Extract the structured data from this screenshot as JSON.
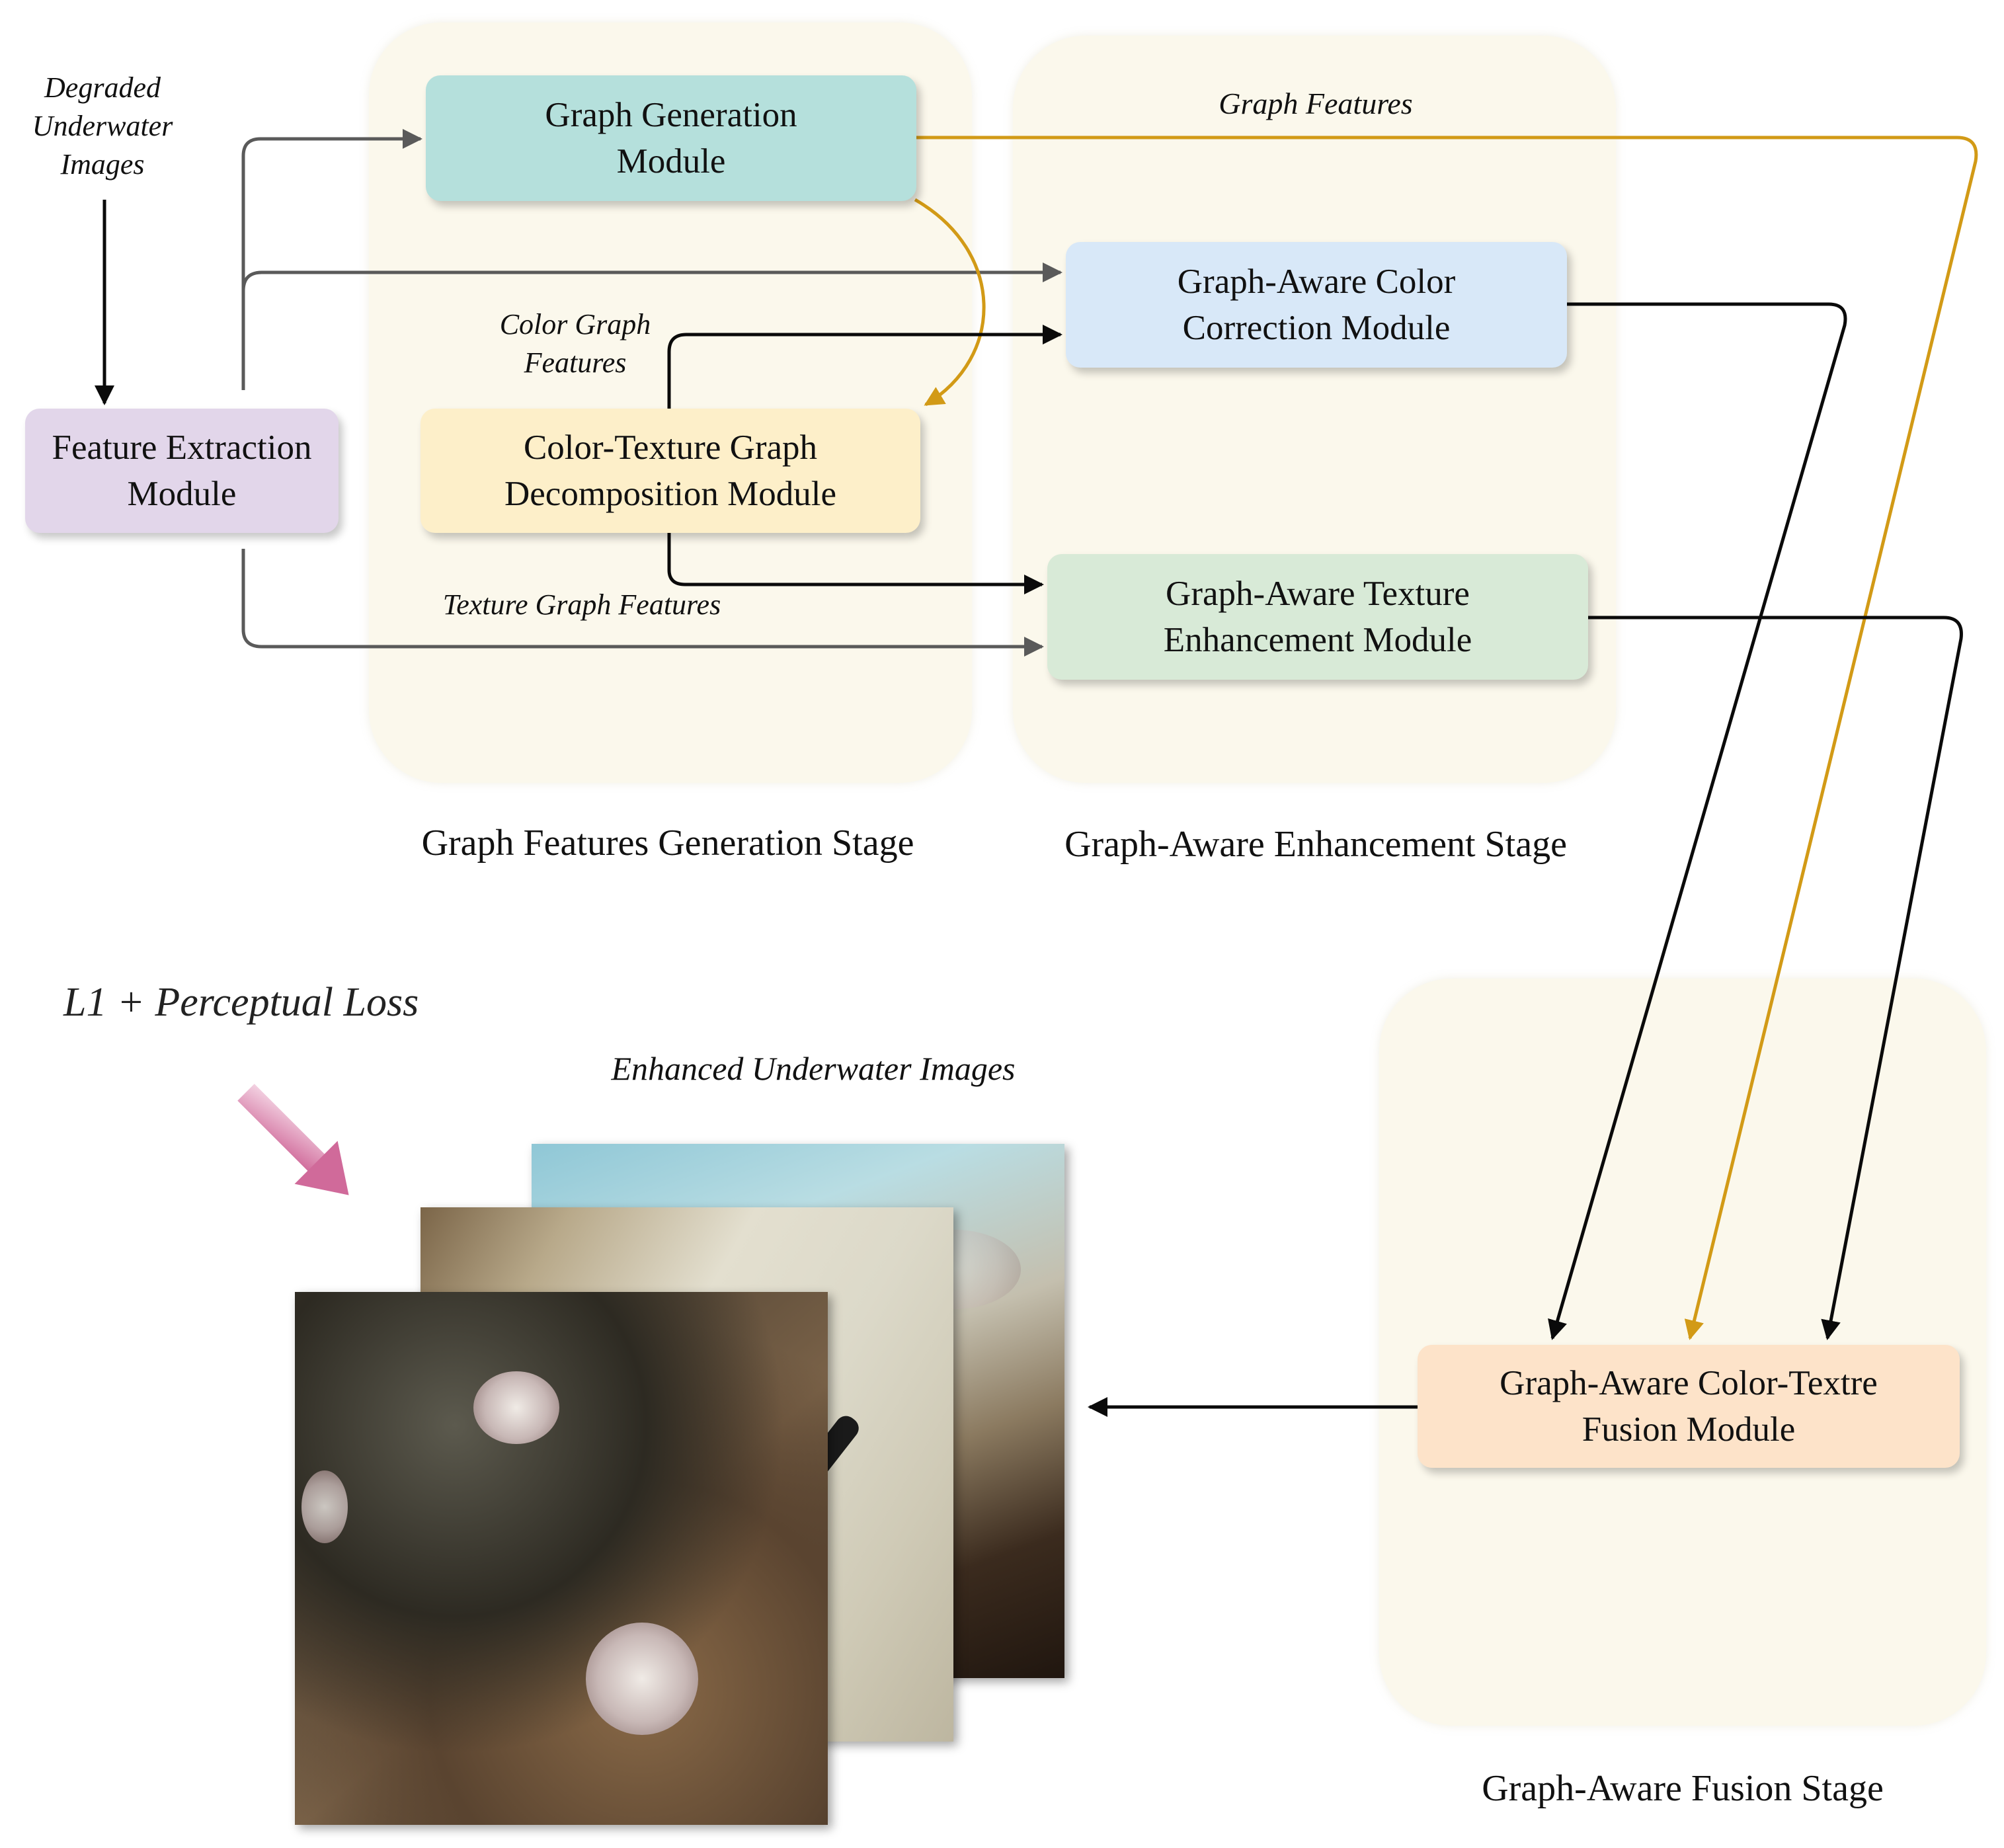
{
  "labels": {
    "degraded": "Degraded\nUnderwater\nImages",
    "color_graph_features": "Color Graph\nFeatures",
    "texture_graph_features": "Texture Graph Features",
    "graph_features": "Graph Features",
    "enhanced": "Enhanced Underwater Images",
    "loss": "L1 + Perceptual Loss"
  },
  "modules": {
    "feature_extraction": "Feature Extraction\nModule",
    "graph_generation": "Graph Generation\nModule",
    "decomposition": "Color-Texture Graph\nDecomposition Module",
    "color_correction": "Graph-Aware Color\nCorrection Module",
    "texture_enhancement": "Graph-Aware Texture\nEnhancement Module",
    "fusion": "Graph-Aware Color-Textre\nFusion Module"
  },
  "stages": {
    "generation": "Graph Features Generation Stage",
    "enhancement": "Graph-Aware Enhancement Stage",
    "fusion": "Graph-Aware Fusion Stage"
  },
  "colors": {
    "gray_arrow": "#5a5a5a",
    "black_arrow": "#0a0a0a",
    "gold_arrow": "#d29a16",
    "loss_arrow": "#d06a9a"
  }
}
